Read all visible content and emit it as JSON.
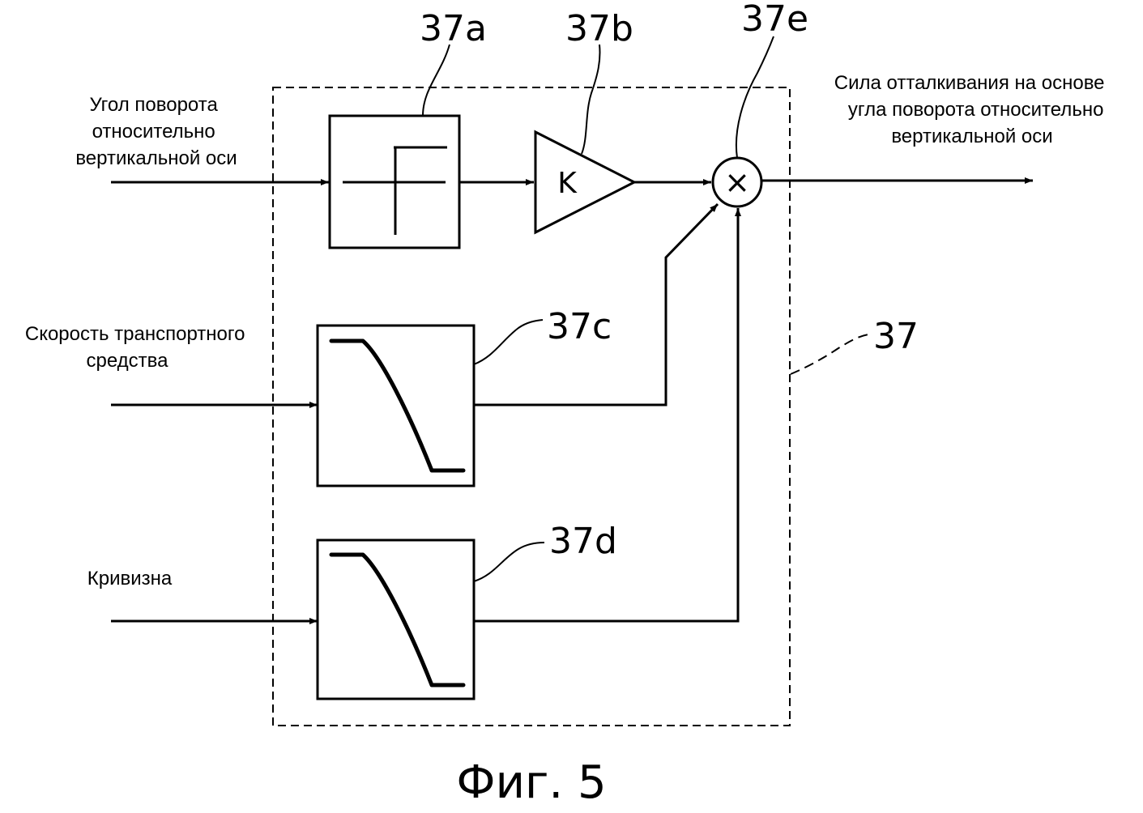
{
  "inputs": {
    "yaw_angle": [
      "Угол поворота",
      "относительно",
      "вертикальной оси"
    ],
    "vehicle_speed": [
      "Скорость транспортного",
      "средства"
    ],
    "curvature": [
      "Кривизна"
    ]
  },
  "output": [
    "Сила отталкивания на основе",
    "угла поворота относительно",
    "вертикальной оси"
  ],
  "refs": {
    "block_37a": "37a",
    "block_37b": "37b",
    "block_37c": "37c",
    "block_37d": "37d",
    "block_37e": "37e",
    "unit_37": "37"
  },
  "gain_symbol": "K",
  "multiplier_symbol": "×",
  "caption": "Фиг. 5"
}
